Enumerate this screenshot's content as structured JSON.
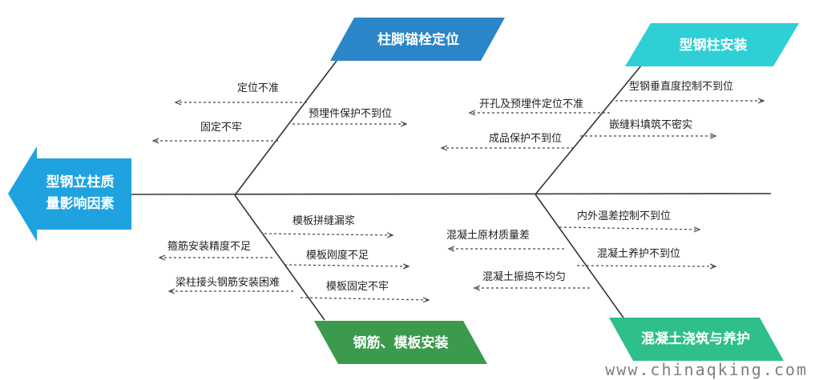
{
  "head": {
    "line1": "型钢立柱质",
    "line2": "量影响因素",
    "color": "#1fa3e0"
  },
  "categories": {
    "top_left": {
      "label": "柱脚锚栓定位",
      "color": "#2a86c8"
    },
    "top_right": {
      "label": "型钢柱安装",
      "color": "#2fcfd6"
    },
    "bottom_left": {
      "label": "钢筋、模板安装",
      "color": "#3b9a4c"
    },
    "bottom_right": {
      "label": "混凝土浇筑与养护",
      "color": "#2fbf8a"
    }
  },
  "causes": {
    "top_left": [
      "定位不准",
      "预埋件保护不到位",
      "固定不牢"
    ],
    "top_right": [
      "型钢垂直度控制不到位",
      "开孔及预埋件定位不准",
      "嵌缝料填筑不密实",
      "成品保护不到位"
    ],
    "bottom_left": [
      "模板拼缝漏浆",
      "箍筋安装精度不足",
      "模板刚度不足",
      "梁柱接头钢筋安装困难",
      "模板固定不牢"
    ],
    "bottom_right": [
      "内外温差控制不到位",
      "混凝土原材质量差",
      "混凝土养护不到位",
      "混凝土振捣不均匀"
    ]
  },
  "watermark": "www.chinaqking.com"
}
